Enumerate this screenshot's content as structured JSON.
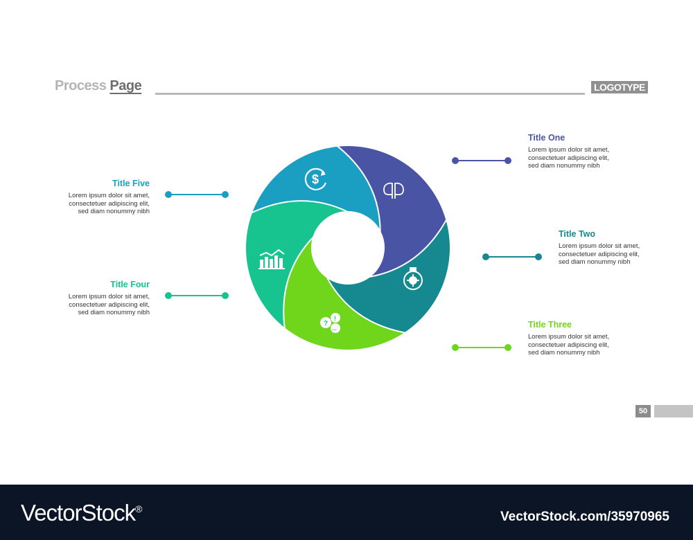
{
  "header": {
    "title_part1": "Process",
    "title_part2": "Page",
    "logo": "LOGOTYPE"
  },
  "items": [
    {
      "title": "Title One",
      "line1": "Lorem ipsum dolor sit amet,",
      "line2": "consectetuer adipiscing elit,",
      "line3": "sed diam nonummy nibh",
      "color": "#4a54a5",
      "icon": "dollar-refresh-icon"
    },
    {
      "title": "Title Two",
      "line1": "Lorem ipsum dolor sit amet,",
      "line2": "consectetuer adipiscing elit,",
      "line3": "sed diam nonummy nibh",
      "color": "#16888f",
      "icon": "two-heads-icon"
    },
    {
      "title": "Title Three",
      "line1": "Lorem ipsum dolor sit amet,",
      "line2": "consectetuer adipiscing elit,",
      "line3": "sed diam nonummy nibh",
      "color": "#6fd61c",
      "icon": "stopwatch-gear-icon"
    },
    {
      "title": "Title Four",
      "line1": "Lorem ipsum dolor sit amet,",
      "line2": "consectetuer adipiscing elit,",
      "line3": "sed diam nonummy nibh",
      "color": "#17c38e",
      "icon": "speech-bubbles-icon"
    },
    {
      "title": "Title Five",
      "line1": "Lorem ipsum dolor sit amet,",
      "line2": "consectetuer adipiscing elit,",
      "line3": "sed diam nonummy nibh",
      "color": "#1a9ec2",
      "icon": "bar-chart-icon"
    }
  ],
  "page_number": "50",
  "footer": {
    "brand": "VectorStock",
    "reg": "®",
    "id": "VectorStock.com/35970965"
  }
}
